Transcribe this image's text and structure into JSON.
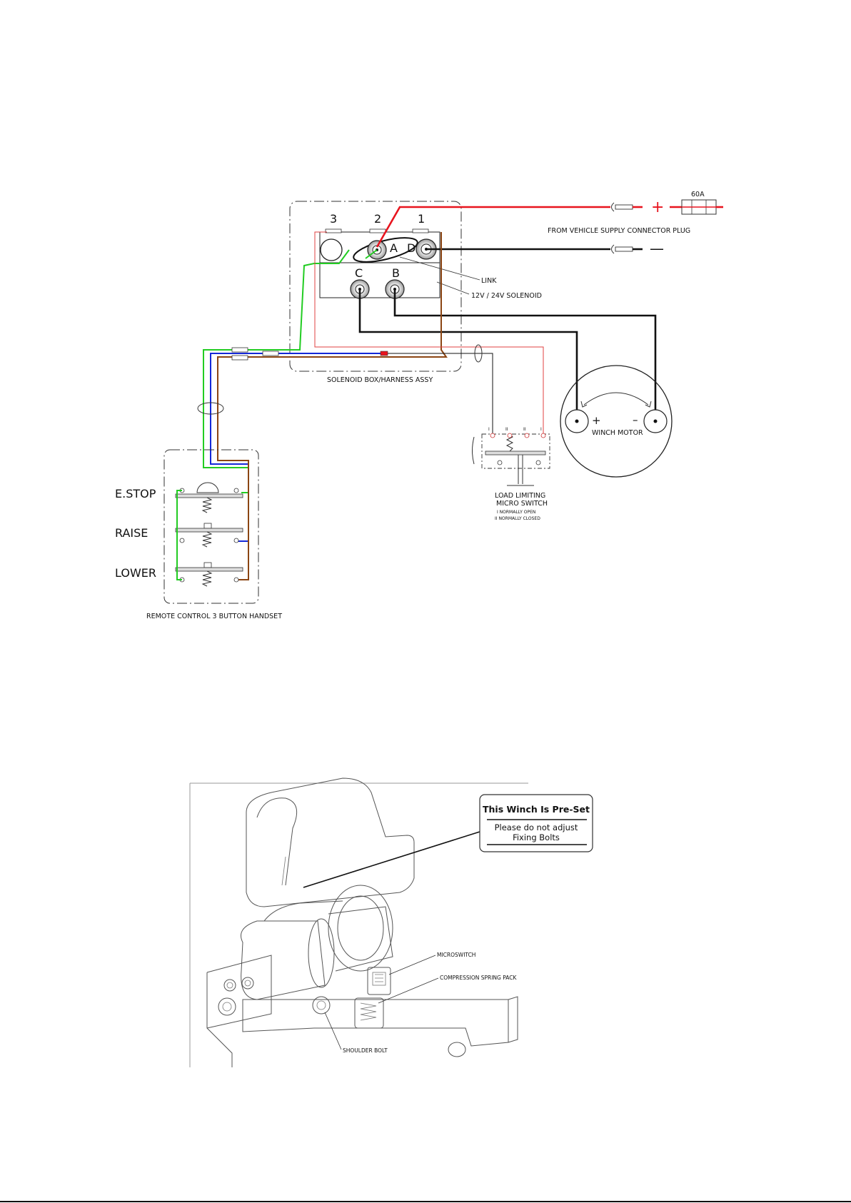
{
  "wiring": {
    "solenoid_terminal_numbers": [
      "3",
      "2",
      "1"
    ],
    "post_labels": {
      "a": "A",
      "d": "D",
      "c": "C",
      "b": "B"
    },
    "fuse_rating": "60A",
    "supply_positive_symbol": "+",
    "supply_negative_symbol": "—",
    "supply_label": "FROM VEHICLE SUPPLY CONNECTOR PLUG",
    "link_label": "LINK",
    "solenoid_label": "12V / 24V SOLENOID",
    "solenoid_box_label": "SOLENOID BOX/HARNESS ASSY",
    "motor_positive_symbol": "+",
    "motor_negative_symbol": "–",
    "motor_label": "WINCH MOTOR",
    "micro_switch_title_line1": "LOAD LIMITING",
    "micro_switch_title_line2": "MICRO SWITCH",
    "micro_switch_note_line1": "I NORMALLY OPEN",
    "micro_switch_note_line2": "II NORMALLY CLOSED",
    "micro_switch_pin_labels": [
      "I",
      "II",
      "II",
      "I"
    ],
    "handset_buttons": [
      "E.STOP",
      "RAISE",
      "LOWER"
    ],
    "handset_label": "REMOTE CONTROL 3 BUTTON HANDSET",
    "wire_colors": {
      "positive": "#e8141e",
      "negative": "#111111",
      "green": "#22cc22",
      "blue": "#1428d8",
      "brown": "#8b4513",
      "thin_red": "#e04040"
    }
  },
  "assembly": {
    "notice_title": "This Winch Is Pre-Set",
    "notice_line1": "Please do not adjust",
    "notice_line2": "Fixing Bolts",
    "callout_microswitch": "MICROSWITCH",
    "callout_spring_pack": "COMPRESSION SPRING PACK",
    "callout_shoulder_bolt": "SHOULDER BOLT"
  }
}
